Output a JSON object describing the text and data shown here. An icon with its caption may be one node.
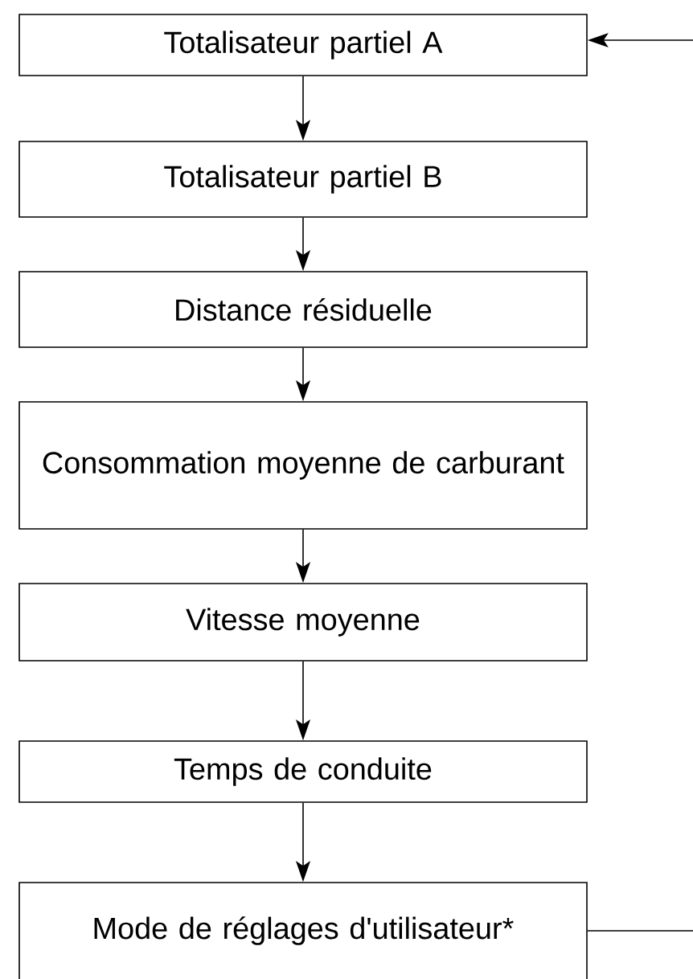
{
  "diagram": {
    "nodes": [
      {
        "text": [
          "Totalisateur partiel A"
        ]
      },
      {
        "text": [
          "Totalisateur partiel B"
        ]
      },
      {
        "text": [
          "Distance résiduelle"
        ]
      },
      {
        "text": [
          "Consommation moyenne de carburant"
        ]
      },
      {
        "text": [
          "Vitesse moyenne"
        ]
      },
      {
        "text": [
          "Temps de conduite"
        ]
      },
      {
        "text": [
          "Mode de réglages d'utilisateur*"
        ]
      }
    ],
    "edges": [
      {
        "from": 0,
        "to": 1,
        "arrow": "to"
      },
      {
        "from": 1,
        "to": 2,
        "arrow": "to"
      },
      {
        "from": 2,
        "to": 3,
        "arrow": "to"
      },
      {
        "from": 3,
        "to": 4,
        "arrow": "to"
      },
      {
        "from": 4,
        "to": 5,
        "arrow": "to"
      },
      {
        "from": 5,
        "to": 6,
        "arrow": "to"
      },
      {
        "from": 6,
        "to": null,
        "arrow": "none"
      },
      {
        "from": null,
        "to": 0,
        "arrow": "to"
      }
    ]
  }
}
